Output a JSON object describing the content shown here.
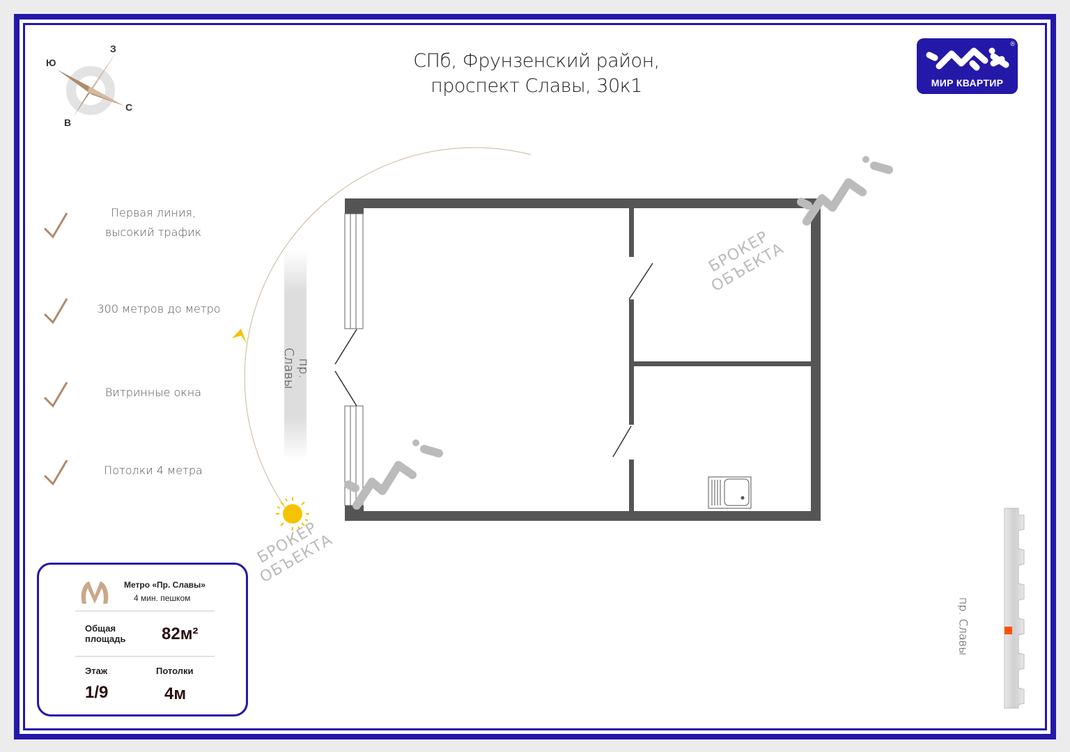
{
  "title_line1": "СПб, Фрунзенский район,",
  "title_line2": "проспект Славы, 30к1",
  "logo": {
    "text": "МИР КВАРТИР",
    "reg": "®"
  },
  "compass": {
    "north": "З",
    "south": "В",
    "east": "С",
    "west": "Ю"
  },
  "features": [
    {
      "line1": "Первая линия,",
      "line2": "высокий трафик"
    },
    {
      "line1": "300 метров до метро",
      "line2": ""
    },
    {
      "line1": "Витринные окна",
      "line2": ""
    },
    {
      "line1": "Потолки 4 метра",
      "line2": ""
    }
  ],
  "card": {
    "metro_line1": "Метро «Пр. Славы»",
    "metro_line2": "4 мин. пешком",
    "area_label_1": "Общая",
    "area_label_2": "площадь",
    "area_value": "82м²",
    "floor_label": "Этаж",
    "floor_value": "1/9",
    "ceiling_label": "Потолки",
    "ceiling_value": "4м"
  },
  "street_left": "пр. Славы",
  "street_right": "пр. Славы",
  "watermark_line1": "БРОКЕР",
  "watermark_line2": "ОБЪЕКТА",
  "colors": {
    "frame": "#2418a8",
    "wall": "#555555",
    "accent": "#b08a6a",
    "sun": "#f5c400",
    "marker": "#ff5000"
  }
}
